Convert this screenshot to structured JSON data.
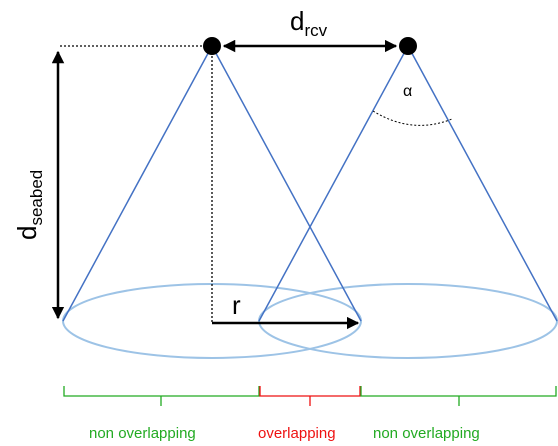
{
  "labels": {
    "d_rcv": {
      "base": "d",
      "sub": "rcv"
    },
    "d_seabed": {
      "base": "d",
      "sub": "seabed"
    },
    "r": "r",
    "alpha": "α"
  },
  "regions": [
    {
      "text": "non overlapping",
      "color": "#22aa22"
    },
    {
      "text": "overlapping",
      "color": "#ee1111"
    },
    {
      "text": "non overlapping",
      "color": "#22aa22"
    }
  ],
  "colors": {
    "cone": "#4472c4",
    "ellipse": "#9dc3e6",
    "arrow": "#000000"
  }
}
